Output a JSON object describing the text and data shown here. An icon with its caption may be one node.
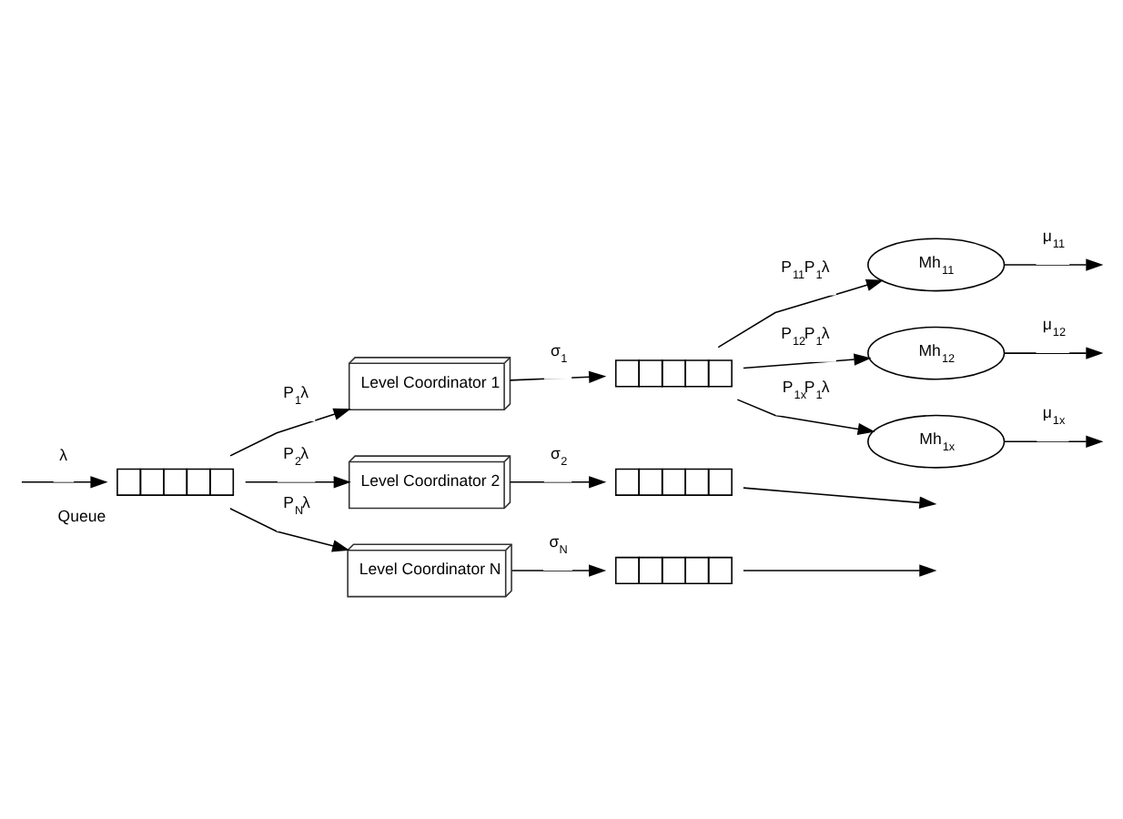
{
  "diagram": {
    "nodes": [
      {
        "text": [],
        "shape": "box",
        "beside": [
          "Queue"
        ]
      },
      {
        "text": [
          "Level Coordinator 1"
        ]
      },
      {
        "text": [
          "Level Coordinator 2"
        ]
      },
      {
        "text": [
          "Level Coordinator N"
        ]
      },
      {
        "text": [],
        "shape": "box"
      },
      {
        "text": [],
        "shape": "box"
      },
      {
        "text": [],
        "shape": "box"
      },
      {
        "text": [
          "Mh$_{11}$"
        ]
      },
      {
        "text": [
          "Mh$_{12}$"
        ]
      },
      {
        "text": [
          "Mh$_{1x}$"
        ]
      }
    ],
    "edges": [
      {
        "from": null,
        "to": 0,
        "arrow": "to",
        "label": "λ"
      },
      {
        "from": 0,
        "to": 1,
        "arrow": "to",
        "label": "P$_{1}$λ"
      },
      {
        "from": 0,
        "to": 2,
        "arrow": "to",
        "label": "P$_{2}$λ"
      },
      {
        "from": 0,
        "to": 3,
        "arrow": "to",
        "label": "P$_{N}$λ"
      },
      {
        "from": 1,
        "to": 4,
        "arrow": "to",
        "label": "σ$_{1}$"
      },
      {
        "from": 2,
        "to": 5,
        "arrow": "to",
        "label": "σ$_{2}$"
      },
      {
        "from": 3,
        "to": 6,
        "arrow": "to",
        "label": "σ$_{N}$"
      },
      {
        "from": 4,
        "to": 7,
        "arrow": "to",
        "label": "P$_{11}$P$_{1}$λ"
      },
      {
        "from": 4,
        "to": 8,
        "arrow": "to",
        "label": "P$_{12}$P$_{1}$λ"
      },
      {
        "from": 4,
        "to": 9,
        "arrow": "to",
        "label": "P$_{1x}$P$_{1}$λ"
      },
      {
        "from": 5,
        "to": null,
        "arrow": "to"
      },
      {
        "from": 6,
        "to": null,
        "arrow": "to"
      },
      {
        "from": 7,
        "to": null,
        "arrow": "to",
        "label": "μ$_{11}$"
      },
      {
        "from": 8,
        "to": null,
        "arrow": "to",
        "label": "μ$_{12}$"
      },
      {
        "from": 9,
        "to": null,
        "arrow": "to",
        "label": "μ$_{1x}$"
      }
    ]
  }
}
